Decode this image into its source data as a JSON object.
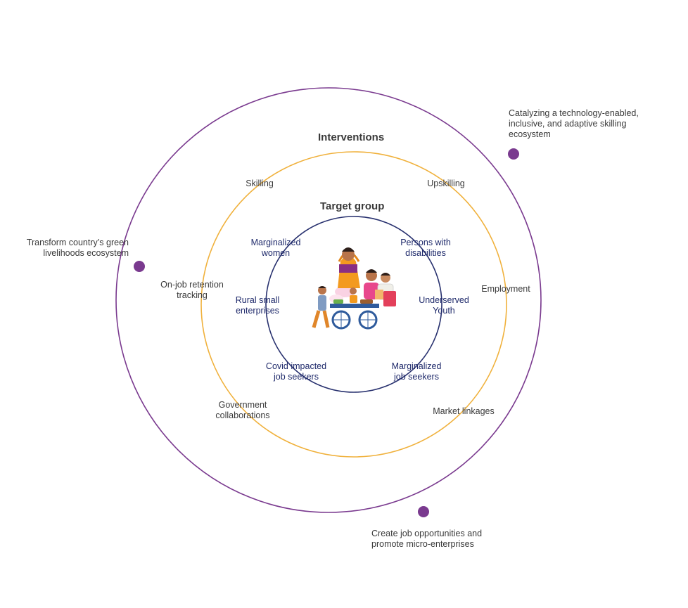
{
  "colors": {
    "outer_ring": "#7a3a8f",
    "middle_ring": "#f0b13c",
    "inner_ring": "#27306e",
    "dot": "#7a3a8f"
  },
  "headings": {
    "interventions": "Interventions",
    "target_group": "Target group"
  },
  "outer_goals": [
    "Catalyzing a technology-enabled,\ninclusive, and adaptive skilling\necosystem",
    "Transform country’s green\nlivelihoods ecosystem",
    "Create job opportunities and\npromote micro-enterprises"
  ],
  "interventions": [
    "Skilling",
    "Upskilling",
    "On-job retention\ntracking",
    "Employment",
    "Government\ncollaborations",
    "Market linkages"
  ],
  "target_groups": [
    "Marginalized\nwomen",
    "Persons with\ndisabilities",
    "Rural small\nenterprises",
    "Underserved\nYouth",
    "Covid impacted\njob seekers",
    "Marginalized\njob seekers"
  ],
  "illustration": "women-vendor-with-cart-illustration"
}
